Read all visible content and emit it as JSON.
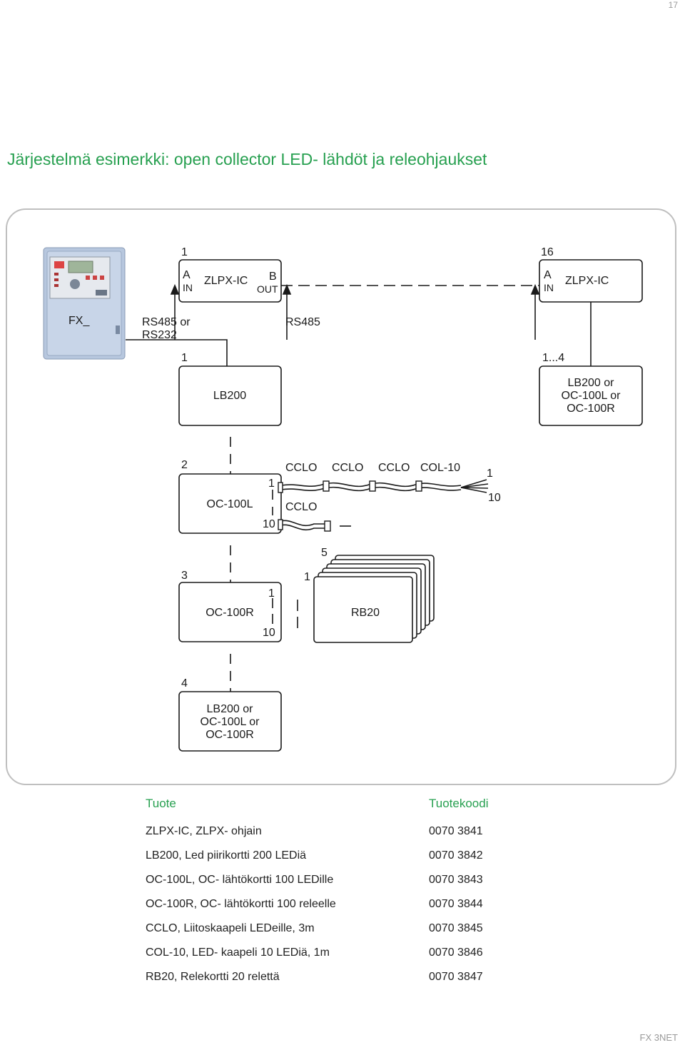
{
  "page": {
    "number": "17",
    "footer": "FX 3NET"
  },
  "title": "Järjestelmä esimerkki: open collector LED- lähdöt ja releohjaukset",
  "diagram": {
    "panel_label": "FX_",
    "zlpx1": {
      "index": "1",
      "name": "ZLPX-IC",
      "a": "A",
      "in": "IN",
      "b": "B",
      "out": "OUT"
    },
    "zlpx16": {
      "index": "16",
      "name": "ZLPX-IC",
      "a": "A",
      "in": "IN"
    },
    "rs485_or_rs232": [
      "RS485 or",
      "RS232"
    ],
    "rs485": "RS485",
    "lb200_index": "1",
    "lb200": "LB200",
    "right_index": "1...4",
    "right_box": [
      "LB200  or",
      "OC-100L  or",
      "OC-100R"
    ],
    "oc100l": {
      "index": "2",
      "name": "OC-100L",
      "top": "1",
      "bottom": "10"
    },
    "cclo_labels": [
      "CCLO",
      "CCLO",
      "CCLO",
      "COL-10"
    ],
    "cclo_lower": "CCLO",
    "fan_top": "1",
    "fan_bottom": "10",
    "oc100r": {
      "index": "3",
      "name": "OC-100R",
      "top": "1",
      "bottom": "10"
    },
    "rb_index": "1",
    "rb_count": "5",
    "rb20": "RB20",
    "box4": {
      "index": "4",
      "lines": [
        "LB200  or",
        "OC-100L  or",
        "OC-100R"
      ]
    }
  },
  "table": {
    "headers": [
      "Tuote",
      "Tuotekoodi"
    ],
    "rows": [
      [
        "ZLPX-IC, ZLPX- ohjain",
        "0070 3841"
      ],
      [
        "LB200, Led piirikortti 200 LEDiä",
        "0070 3842"
      ],
      [
        "OC-100L, OC- lähtökortti 100 LEDille",
        "0070 3843"
      ],
      [
        "OC-100R, OC- lähtökortti 100 releelle",
        "0070 3844"
      ],
      [
        "CCLO, Liitoskaapeli LEDeille, 3m",
        "0070 3845"
      ],
      [
        "COL-10, LED- kaapeli 10 LEDiä, 1m",
        "0070 3846"
      ],
      [
        "RB20, Relekortti 20 relettä",
        "0070 3847"
      ]
    ]
  },
  "colors": {
    "accent": "#27a050",
    "frame": "#bfbfbf",
    "panel": "#a9bbd6"
  }
}
